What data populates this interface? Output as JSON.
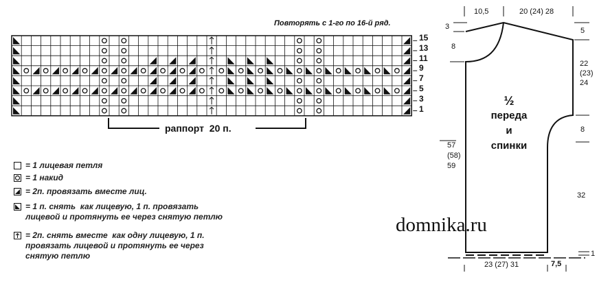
{
  "chart": {
    "title": "Повторять с 1-го по 16-й ряд.",
    "row_numbers": [
      "15",
      "13",
      "11",
      "9",
      "7",
      "5",
      "3",
      "1"
    ],
    "rapport_label": "раппорт  20 п."
  },
  "legend": [
    {
      "symbol": "knit-square",
      "text": "= 1 лицевая петля"
    },
    {
      "symbol": "yarn-over-circle",
      "text": "= 1 накид"
    },
    {
      "symbol": "k2tog-triangle",
      "text": "= 2п. провязать вместе лиц."
    },
    {
      "symbol": "ssk-triangle",
      "text": "= 1 п. снять  как лицевую, 1 п. провязать\nлицевой и протянуть ее через снятую петлю"
    },
    {
      "symbol": "double-decrease-arrow",
      "text": "= 2п. снять вместе  как одну лицевую, 1 п.\nпровязать лицевой и протянуть ее через\nснятую петлю"
    }
  ],
  "pattern": {
    "label_half": "½",
    "label_text": [
      "переда",
      "и",
      "спинки"
    ],
    "measurements": {
      "top_left": "10,5",
      "top_right": "20 (24) 28",
      "neck_top": "3",
      "neck_depth": "8",
      "shoulder_drop": "5",
      "armhole": [
        "22",
        "(23)",
        "24"
      ],
      "armhole_lower": "8",
      "length": [
        "57",
        "(58)",
        "59"
      ],
      "side_lower": "32",
      "hem": "1",
      "bottom": "23 (27) 31",
      "bottom_right": "7,5"
    }
  },
  "watermark": "domnika.ru"
}
